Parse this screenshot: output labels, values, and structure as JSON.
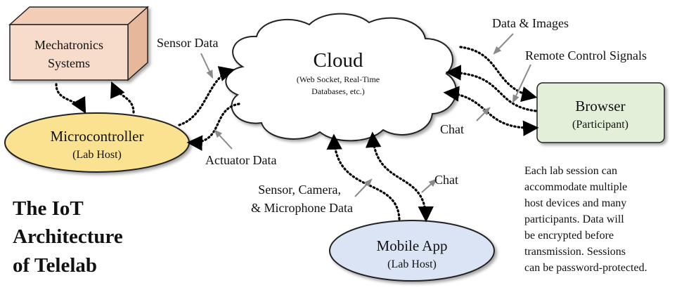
{
  "title": {
    "line1": "The IoT",
    "line2": "Architecture",
    "line3": "of Telelab"
  },
  "nodes": {
    "mechatronics": {
      "line1": "Mechatronics",
      "line2": "Systems",
      "fill": "#f8dccb"
    },
    "microcontroller": {
      "label": "Microcontroller",
      "sublabel": "(Lab Host)",
      "fill": "#fbe291"
    },
    "cloud": {
      "label": "Cloud",
      "sub1": "(Web Socket, Real-Time",
      "sub2": "Databases, etc.)"
    },
    "browser": {
      "label": "Browser",
      "sublabel": "(Participant)",
      "fill": "#e3efd9"
    },
    "mobile_app": {
      "label": "Mobile App",
      "sublabel": "(Lab Host)",
      "fill": "#dbe4f4"
    }
  },
  "edge_labels": {
    "sensor_data": "Sensor Data",
    "actuator_data": "Actuator Data",
    "data_images": "Data & Images",
    "remote_control": "Remote Control Signals",
    "chat_browser": "Chat",
    "sensor_camera_line1": "Sensor, Camera,",
    "sensor_camera_line2": "& Microphone Data",
    "chat_mobile": "Chat"
  },
  "note": {
    "line1": "Each lab session can",
    "line2": "accommodate multiple",
    "line3": "host devices and many",
    "line4": "participants. Data will",
    "line5": "be encrypted before",
    "line6": "transmission. Sessions",
    "line7": "can be password-protected."
  }
}
